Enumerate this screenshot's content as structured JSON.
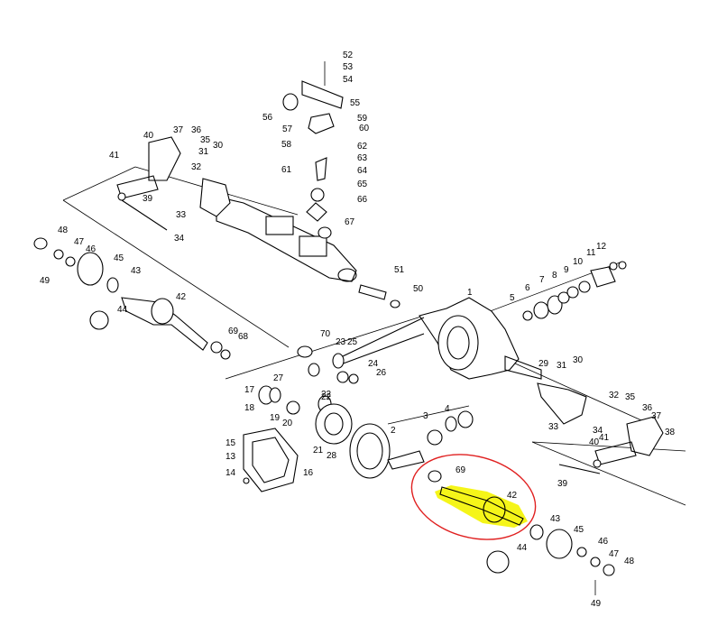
{
  "diagram": {
    "labels": {
      "n1": "1",
      "n2": "2",
      "n3": "3",
      "n4": "4",
      "n5": "5",
      "n6": "6",
      "n7": "7",
      "n8": "8",
      "n9": "9",
      "n10": "10",
      "n11": "11",
      "n12": "12",
      "n13": "13",
      "n14": "14",
      "n15": "15",
      "n16": "16",
      "n17": "17",
      "n18": "18",
      "n19": "19",
      "n20": "20",
      "n21": "21",
      "n22": "22",
      "n23": "23",
      "n24": "24",
      "n25": "25",
      "n26": "26",
      "n27": "27",
      "n28": "28",
      "n29": "29",
      "n30": "30",
      "n31": "31",
      "n32": "32",
      "n33": "33",
      "n34": "34",
      "n35": "35",
      "n36": "36",
      "n37": "37",
      "n38": "38",
      "n39": "39",
      "n40": "40",
      "n41": "41",
      "n42": "42",
      "n43": "43",
      "n44": "44",
      "n45": "45",
      "n46": "46",
      "n47": "47",
      "n48": "48",
      "n49": "49",
      "n50": "50",
      "n51": "51",
      "n52": "52",
      "n53": "53",
      "n54": "54",
      "n55": "55",
      "n56": "56",
      "n57": "57",
      "n58": "58",
      "n59": "59",
      "n60": "60",
      "n61": "61",
      "n62": "62",
      "n63": "63",
      "n64": "64",
      "n65": "65",
      "n66": "66",
      "n67": "67",
      "n68": "68",
      "n69": "69",
      "n70": "70"
    },
    "highlight_color": "#f4f400",
    "circle_color": "#e02020"
  }
}
